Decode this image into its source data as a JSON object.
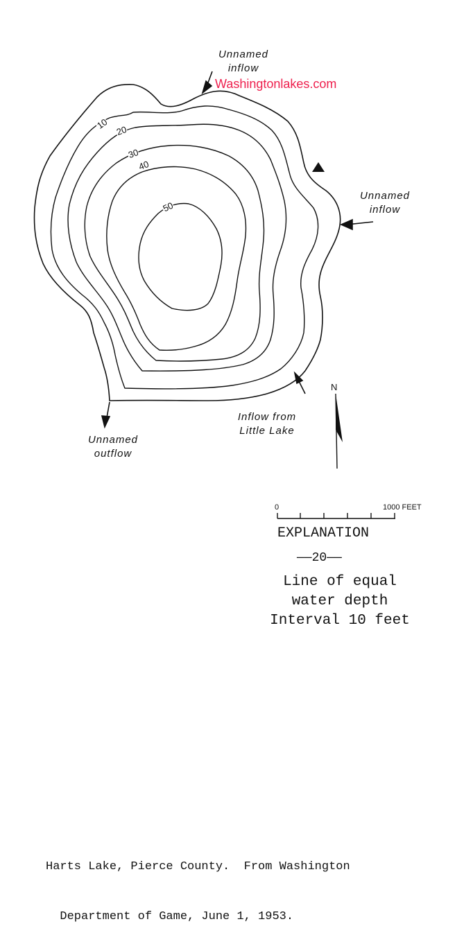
{
  "watermark": "Washingtonlakes.com",
  "labels": {
    "inflow_top": [
      "Unnamed",
      "inflow"
    ],
    "inflow_right": [
      "Unnamed",
      "inflow"
    ],
    "inflow_little_lake": [
      "Inflow from",
      "Little Lake"
    ],
    "outflow": [
      "Unnamed",
      "outflow"
    ]
  },
  "contour_labels": [
    "10",
    "20",
    "30",
    "40",
    "50"
  ],
  "north_label": "N",
  "scale": {
    "start": "0",
    "end": "1000 FEET"
  },
  "explanation": {
    "title": "EXPLANATION",
    "sample_value": "20",
    "description_lines": [
      "Line of equal",
      "water depth",
      "Interval 10 feet"
    ]
  },
  "caption_lines": [
    "Harts Lake, Pierce County.  From Washington",
    "  Department of Game, June 1, 1953."
  ]
}
